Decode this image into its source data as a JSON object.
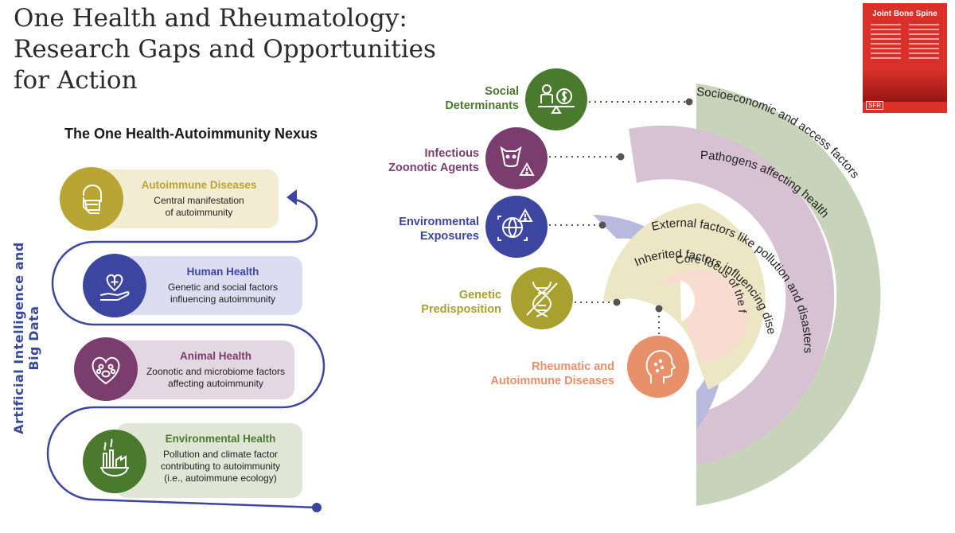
{
  "title": "One Health and Rheumatology: Research Gaps and Opportunities for Action",
  "journal_cover": {
    "title": "Joint Bone Spine",
    "logo_text": "SFR",
    "color": "#d9302a"
  },
  "nexus": {
    "title": "The One Health-Autoimmunity Nexus",
    "side_label": "Artificial Intelligence and Big Data",
    "items": [
      {
        "title": "Autoimmune Diseases",
        "desc": [
          "Central manifestation",
          "of autoimmunity"
        ],
        "color": "#b8a533",
        "bg": "#f2ecd2",
        "icon": "face-mask-icon"
      },
      {
        "title": "Human Health",
        "desc": [
          "Genetic and social factors",
          "influencing autoimmunity"
        ],
        "color": "#3c46a0",
        "bg": "#dcddf0",
        "icon": "heart-hand-icon"
      },
      {
        "title": "Animal Health",
        "desc": [
          "Zoonotic and microbiome factors",
          "affecting autoimmunity"
        ],
        "color": "#7a3d6d",
        "bg": "#e3d8e1",
        "icon": "paw-heart-icon"
      },
      {
        "title": "Environmental Health",
        "desc": [
          "Pollution and climate factor",
          "contributing to autoimmunity",
          "(i.e., autoimmune ecology)"
        ],
        "color": "#4a7a2e",
        "bg": "#e0e5d6",
        "icon": "factory-earth-icon"
      }
    ]
  },
  "layers": [
    {
      "label": [
        "Social",
        "Determinants"
      ],
      "arc_text": "Socioeconomic and access factors",
      "color": "#4a7a2e",
      "band": "#c8d4b9",
      "icon": "balance-dollar-icon"
    },
    {
      "label": [
        "Infectious",
        "Zoonotic Agents"
      ],
      "arc_text": "Pathogens affecting health",
      "color": "#7a3d6d",
      "band": "#d7c2d3",
      "icon": "cow-warning-icon"
    },
    {
      "label": [
        "Environmental",
        "Exposures"
      ],
      "arc_text": "External factors like pollution and disasters",
      "color": "#3c46a0",
      "band": "#b7b9df",
      "icon": "globe-warning-icon"
    },
    {
      "label": [
        "Genetic",
        "Predisposition"
      ],
      "arc_text": "Inherited factors influencing disease risk",
      "color": "#a8a02f",
      "band": "#ece6c4",
      "icon": "dna-icon"
    },
    {
      "label": [
        "Rheumatic and",
        "Autoimmune Diseases"
      ],
      "arc_text": "Core focus of the framework",
      "color": "#e8906a",
      "band": "#f7dccf",
      "icon": "head-profile-icon"
    }
  ]
}
